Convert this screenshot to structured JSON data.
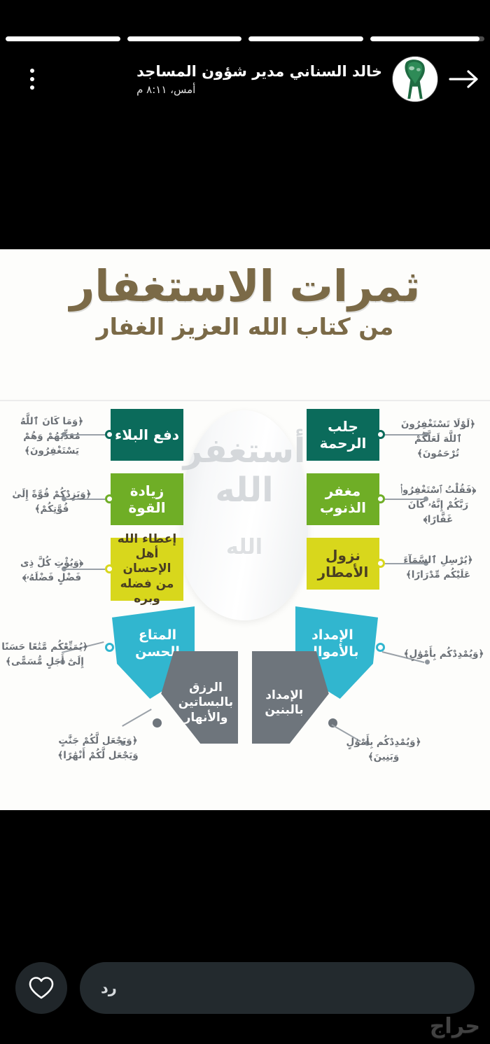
{
  "story": {
    "progress_segments": [
      {
        "fill_percent": 100
      },
      {
        "fill_percent": 100
      },
      {
        "fill_percent": 100
      },
      {
        "fill_percent": 96
      }
    ],
    "user_name": "خالد السناني مدير شؤون المساجد",
    "timestamp": "أمس، ٨:١١ م",
    "menu_icon": "kebab-menu-icon",
    "forward_icon": "arrow-right-icon",
    "avatar_icon": "profile-avatar"
  },
  "infographic": {
    "title": "ثمرات الاستغفار",
    "subtitle": "من كتاب الله العزيز الغفار",
    "center_calligraphy_top": "أستغفر الله",
    "center_calligraphy_bottom": "الله",
    "colors": {
      "dark_green": "#0b6b5b",
      "olive_green": "#6fae26",
      "yellow": "#d8d71c",
      "cyan": "#31b6cf",
      "gray": "#6e757c",
      "title_brown": "#7b6a47"
    },
    "items": [
      {
        "id": "jalb-al-rahma",
        "label": "جلب الرحمة",
        "verse": "﴿لَوْلَا تَسْتَغْفِرُونَ ٱللَّهَ لَعَلَّكُمْ تُرْحَمُونَ﴾",
        "color": "#0b6b5b",
        "side": "right"
      },
      {
        "id": "maghfirat-al-dhunub",
        "label": "مغفر الذنوب",
        "verse": "﴿فَقُلْتُ ٱسْتَغْفِرُوا۟ رَبَّكُمْ إِنَّهُۥ كَانَ غَفَّارًا﴾",
        "color": "#6fae26",
        "side": "right"
      },
      {
        "id": "nuzul-al-amtar",
        "label": "نزول الأمطار",
        "verse": "﴿يُرْسِلِ ٱلسَّمَآءَ عَلَيْكُم مِّدْرَارًا﴾",
        "color": "#d8d71c",
        "side": "right"
      },
      {
        "id": "daf-al-bala",
        "label": "دفع البلاء",
        "verse": "﴿وَمَا كَانَ ٱللَّهُ مُعَذِّبَهُمْ وَهُمْ يَسْتَغْفِرُونَ﴾",
        "color": "#0b6b5b",
        "side": "left"
      },
      {
        "id": "ziyadat-al-quwwa",
        "label": "زيادة القوة",
        "verse": "﴿وَيَزِدْكُمْ قُوَّةً إِلَىٰ قُوَّتِكُمْ﴾",
        "color": "#6fae26",
        "side": "left"
      },
      {
        "id": "ita-allah",
        "label": "إعطاء الله أهل الإحسان من فضله وبره",
        "verse": "﴿وَيُؤْتِ كُلَّ ذِى فَضْلٍ فَضْلَهُۥ﴾",
        "color": "#d8d71c",
        "side": "left"
      },
      {
        "id": "al-imdad-bil-amwal",
        "label": "الإمداد بالأموال",
        "verse": "﴿وَيُمْدِدْكُم بِأَمْوَٰلٍ﴾",
        "color": "#31b6cf",
        "side": "right"
      },
      {
        "id": "al-mata-al-hasan",
        "label": "المتاع الحسن",
        "verse": "﴿يُمَتِّعْكُم مَّتَٰعًا حَسَنًا إِلَىٰٓ أَجَلٍ مُّسَمًّى﴾",
        "color": "#31b6cf",
        "side": "left"
      },
      {
        "id": "al-imdad-bil-banin",
        "label": "الإمداد بالبنين",
        "verse": "﴿وَيُمْدِدْكُم بِأَمْوَٰلٍ وَبَنِينَ﴾",
        "color": "#6e757c",
        "side": "right"
      },
      {
        "id": "al-rizq-bil-basatin",
        "label": "الرزق بالبساتين والأنهار",
        "verse": "﴿وَيَجْعَل لَّكُمْ جَنَّٰتٍ وَيَجْعَل لَّكُمْ أَنْهَٰرًا﴾",
        "color": "#6e757c",
        "side": "left"
      }
    ]
  },
  "footer": {
    "like_icon": "heart-icon",
    "reply_placeholder": "رد",
    "watermark": "حراج"
  }
}
